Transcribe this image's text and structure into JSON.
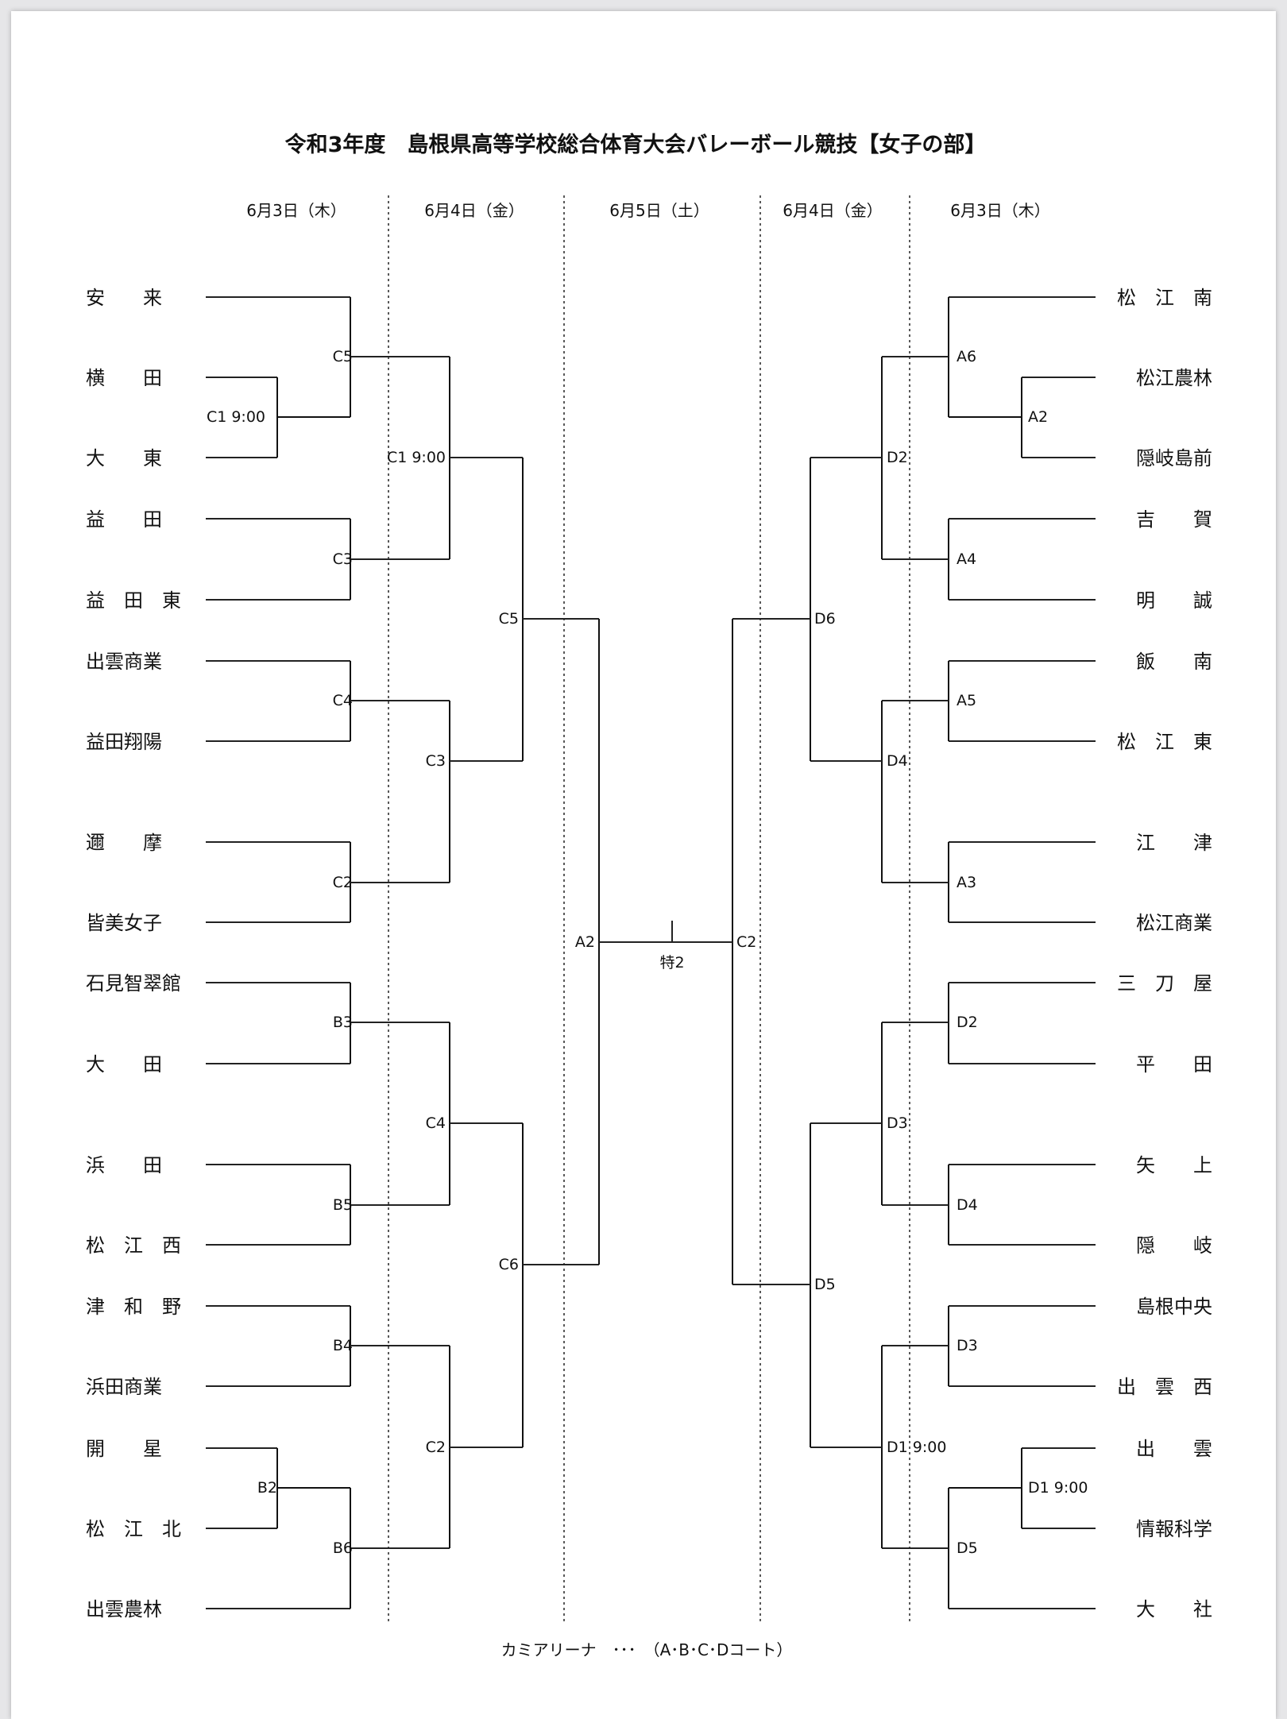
{
  "title": "令和3年度　島根県高等学校総合体育大会バレーボール競技【女子の部】",
  "days": [
    "6月3日（木）",
    "6月4日（金）",
    "6月5日（土）",
    "6月4日（金）",
    "6月3日（木）"
  ],
  "left_teams": [
    "安　　来",
    "横　　田",
    "大　　東",
    "益　　田",
    "益　田　東",
    "出雲商業",
    "益田翔陽",
    "邇　　摩",
    "皆美女子",
    "石見智翠館",
    "大　　田",
    "浜　　田",
    "松　江　西",
    "津　和　野",
    "浜田商業",
    "開　　星",
    "松　江　北",
    "出雲農林"
  ],
  "right_teams": [
    "松　江　南",
    "松江農林",
    "隠岐島前",
    "吉　　賀",
    "明　　誠",
    "飯　　南",
    "松　江　東",
    "江　　津",
    "松江商業",
    "三　刀　屋",
    "平　　田",
    "矢　　上",
    "隠　　岐",
    "島根中央",
    "出　雲　西",
    "出　　雲",
    "情報科学",
    "大　　社"
  ],
  "left_r1_labels": [
    "C1 9:00",
    "C5",
    "C3",
    "C4",
    "C2",
    "B3",
    "B5",
    "B4",
    "B2",
    "B6"
  ],
  "left_r2_labels": [
    "C1 9:00",
    "C3",
    "C4",
    "C2"
  ],
  "left_r3_labels": [
    "C5",
    "C6"
  ],
  "final_left": "A2",
  "final_right": "C2",
  "final_mark": "特2",
  "right_r1_labels": [
    "A2",
    "A6",
    "A4",
    "A5",
    "A3",
    "D2",
    "D4",
    "D3",
    "D1 9:00",
    "D5"
  ],
  "right_r2_labels": [
    "D2",
    "D4",
    "D3",
    "D1 9:00"
  ],
  "right_r3_labels": [
    "D6",
    "D5"
  ],
  "footnote": "カミアリーナ　･･･　（A･B･C･Dコート）"
}
